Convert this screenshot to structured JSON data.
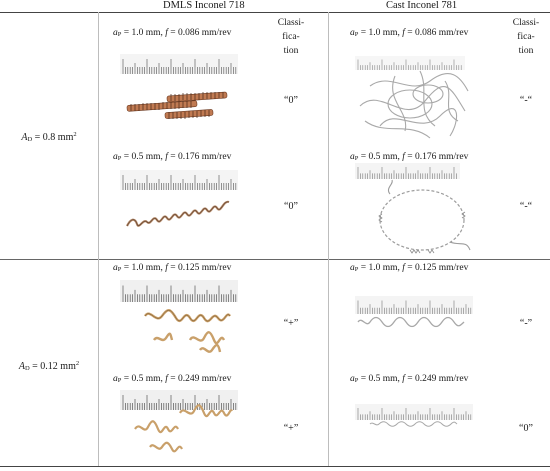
{
  "header": {
    "dmls": "DMLS Inconel 718",
    "cast": "Cast Inconel 781"
  },
  "classification_header": [
    "Classi-",
    "fica-",
    "tion"
  ],
  "rows": [
    {
      "area_label": "A",
      "area_sub": "D",
      "area_value": " = 0.8 mm",
      "area_sup": "2",
      "cells": [
        {
          "ap": "1.0",
          "f": "0.086",
          "dmls_class": "“0”",
          "cast_class": "“-“"
        },
        {
          "ap": "0.5",
          "f": "0.176",
          "dmls_class": "“0”",
          "cast_class": "“-“"
        }
      ]
    },
    {
      "area_label": "A",
      "area_sub": "D",
      "area_value": " = 0.12 mm",
      "area_sup": "2",
      "cells": [
        {
          "ap": "1.0",
          "f": "0.125",
          "dmls_class": "“+”",
          "cast_class": "“-”"
        },
        {
          "ap": "0.5",
          "f": "0.249",
          "dmls_class": "“+”",
          "cast_class": "“0”"
        }
      ]
    }
  ],
  "cond_text": {
    "ap_symbol": "a",
    "ap_sub": "P",
    "eq": " = ",
    "ap_unit": " mm, ",
    "f_symbol": "f",
    "f_unit": " mm/rev"
  }
}
